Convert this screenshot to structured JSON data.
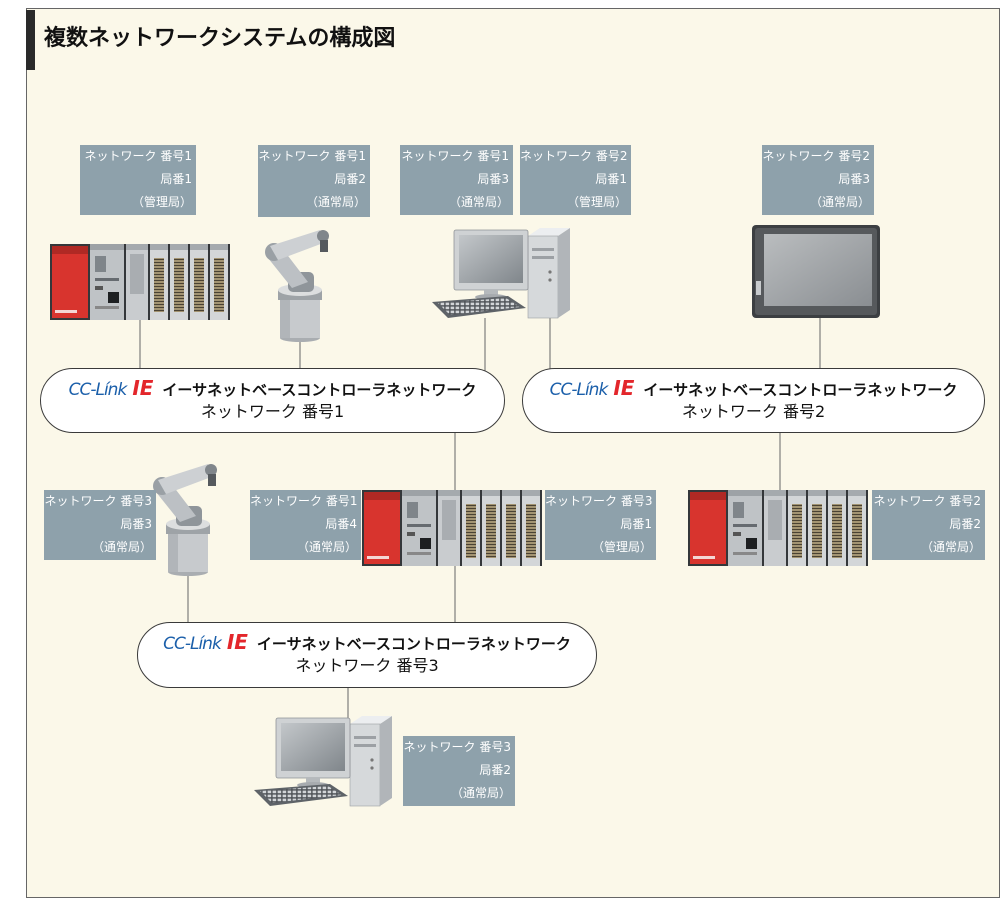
{
  "title": "複数ネットワークシステムの構成図",
  "networks": [
    {
      "logo_cc": "CC-Línk",
      "logo_ie": "IE",
      "name": "イーサネットベースコントローラネットワーク",
      "number": "ネットワーク 番号1"
    },
    {
      "logo_cc": "CC-Línk",
      "logo_ie": "IE",
      "name": "イーサネットベースコントローラネットワーク",
      "number": "ネットワーク 番号2"
    },
    {
      "logo_cc": "CC-Línk",
      "logo_ie": "IE",
      "name": "イーサネットベースコントローラネットワーク",
      "number": "ネットワーク 番号3"
    }
  ],
  "stations": [
    {
      "network": "ネットワーク 番号1",
      "station": "局番1",
      "role": "（管理局）",
      "icon": "plc-icon"
    },
    {
      "network": "ネットワーク 番号1",
      "station": "局番2",
      "role": "（通常局）",
      "icon": "robot-icon"
    },
    {
      "network": "ネットワーク 番号1",
      "station": "局番3",
      "role": "（通常局）",
      "icon": "pc-icon"
    },
    {
      "network": "ネットワーク 番号2",
      "station": "局番1",
      "role": "（管理局）",
      "icon": "pc-icon"
    },
    {
      "network": "ネットワーク 番号2",
      "station": "局番3",
      "role": "（通常局）",
      "icon": "touch-panel-icon"
    },
    {
      "network": "ネットワーク 番号3",
      "station": "局番3",
      "role": "（通常局）",
      "icon": "robot-icon"
    },
    {
      "network": "ネットワーク 番号1",
      "station": "局番4",
      "role": "（通常局）",
      "icon": "plc-icon"
    },
    {
      "network": "ネットワーク 番号3",
      "station": "局番1",
      "role": "（管理局）",
      "icon": "plc-icon"
    },
    {
      "network": "ネットワーク 番号2",
      "station": "局番2",
      "role": "（通常局）",
      "icon": "plc-icon"
    },
    {
      "network": "ネットワーク 番号3",
      "station": "局番2",
      "role": "（通常局）",
      "icon": "pc-icon"
    }
  ],
  "colors": {
    "panel_background": "#fbf8e9",
    "label_box": "#8ea1ab",
    "logo_blue": "#1b5faa",
    "logo_red": "#e3262b",
    "plc_power_module": "#d8342e"
  }
}
